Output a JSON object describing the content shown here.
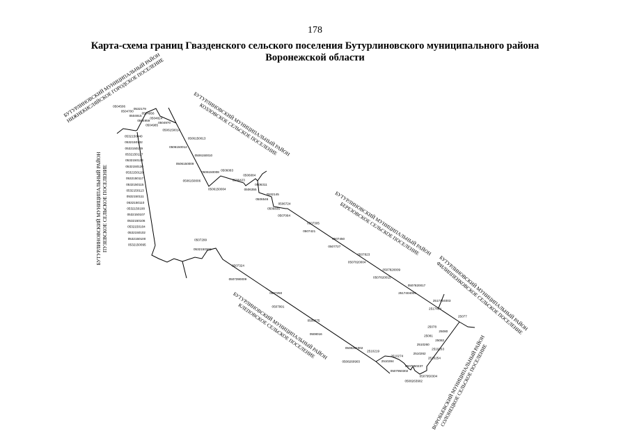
{
  "page_number": "178",
  "title_line1": "Карта-схема границ Гвазденского сельского поселения Бутурлиновского муниципального района",
  "title_line2": "Воронежской области",
  "region_labels": [
    {
      "line1": "БУТУРЛИНОВСКИЙ МУНИЦИПАЛЬНЫЙ РАЙОН",
      "line2": "НИЖНЕКИСЛЯЙСКОЕ ГОРОДСКОЕ ПОСЕЛЕНИЕ"
    },
    {
      "line1": "БУТУРЛИНОВСКИЙ МУНИЦИПАЛЬНЫЙ РАЙОН",
      "line2": "КОЗЛОВСКОЕ СЕЛЬСКОЕ ПОСЕЛЕНИЕ"
    },
    {
      "line1": "БУТУРЛИНОВСКИЙ МУНИЦИПАЛЬНЫЙ РАЙОН",
      "line2": "ПУЗЕВСКОЕ СЕЛЬСКОЕ ПОСЕЛЕНИЕ"
    },
    {
      "line1": "БУТУРЛИНОВСКИЙ МУНИЦИПАЛЬНЫЙ РАЙОН",
      "line2": "БЕРЕЗОВСКОЕ СЕЛЬСКОЕ ПОСЕЛЕНИЕ"
    },
    {
      "line1": "БУТУРЛИНОВСКИЙ МУНИЦИПАЛЬНЫЙ РАЙОН",
      "line2": "ФИЛИППЕНКОВСКОЕ СЕЛЬСКОЕ ПОСЕЛЕНИЕ"
    },
    {
      "line1": "БУТУРЛИНОВСКИЙ МУНИЦИПАЛЬНЫЙ РАЙОН",
      "line2": "КЛЕПОВСКОЕ СЕЛЬСКОЕ ПОСЕЛЕНИЕ"
    },
    {
      "line1": "ВОРОБЬЕВСКИЙ МУНИЦИПАЛЬНЫЙ РАЙОН",
      "line2": "СОЛОНЕЦКОЕ СЕЛЬСКОЕ ПОСЕЛЕНИЕ"
    }
  ],
  "point_labels": [
    "0504506",
    "0532179",
    "0504700",
    "0504956",
    "0504915",
    "0504824",
    "0504959",
    "0504970",
    "0504985",
    "0532150040",
    "0532150132",
    "0532150129",
    "0532150127",
    "0532150123",
    "0532150120",
    "0532150119",
    "0532150117",
    "0532150115",
    "0532150113",
    "0532150111",
    "0532150110",
    "0532150108",
    "0532150107",
    "0532150106",
    "0532150104",
    "0532150102",
    "0532150100",
    "0532150095",
    "0506150014",
    "0506150013",
    "0506150012",
    "0506150010",
    "0506150009",
    "0506150008",
    "0506150006",
    "0506150004",
    "0506083",
    "0506084",
    "0506423",
    "0506311",
    "0506355",
    "0532145",
    "0506546",
    "0506724",
    "0506835",
    "0507064",
    "0507305",
    "0507421",
    "0507450",
    "0507727",
    "0507823",
    "0507820004",
    "0507820009",
    "0507820015",
    "0507820017",
    "2517404005",
    "2517404003",
    "2517404",
    "25077",
    "25078",
    "25080",
    "25081",
    "25082",
    "2510260",
    "2510263",
    "2510262",
    "2510254",
    "2510219",
    "2510274",
    "2510284",
    "0507950237",
    "0507950302",
    "0507950304",
    "0508263902",
    "0508260903",
    "0508261002",
    "0508016",
    "0508075",
    "0507991",
    "0507250",
    "0507390009",
    "0507324",
    "0507299",
    "0532150302"
  ]
}
